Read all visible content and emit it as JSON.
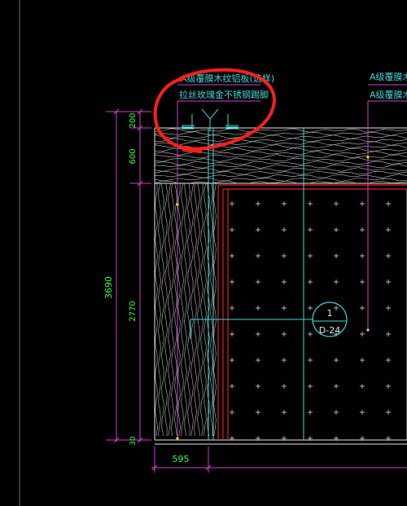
{
  "labels": {
    "note_top_left_1": "A级覆膜木纹铝板(选样)",
    "note_top_left_2": "拉丝玫瑰金不锈钢踢脚",
    "note_top_right_1": "A级覆膜木纹",
    "note_top_right_2": "A级覆膜木纹"
  },
  "dimensions": {
    "total_height": "3690",
    "seg_200": "200",
    "seg_600": "600",
    "seg_2770": "2770",
    "seg_30": "30",
    "width_595": "595"
  },
  "callout": {
    "number": "1",
    "sheet": "D-24"
  },
  "colors": {
    "background": "#000000",
    "dimension_magenta": "#d23cd2",
    "dimension_text": "#37ff37",
    "annotation_cyan": "#3cd8d8",
    "wall_red": "#e02222",
    "hand_circle_red": "#ff1e1e",
    "wood_grain": "#bdbdbd",
    "grid_white": "#e6e6e6",
    "node_yellow": "#f0e000"
  }
}
